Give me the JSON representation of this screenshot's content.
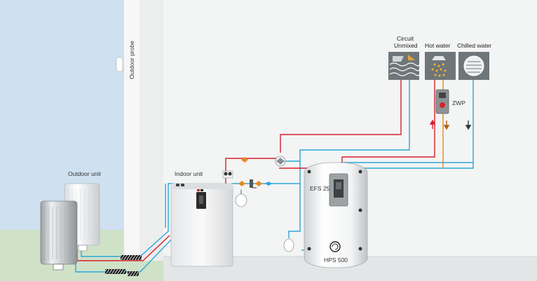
{
  "labels": {
    "outdoor_probe": "Outdoor probe",
    "outdoor_unit": "Outdoor unit",
    "indoor_unit": "Indoor unit",
    "circuit_unmixed_line1": "Circuit",
    "circuit_unmixed_line2": "Unmixed",
    "hot_water": "Hot water",
    "chilled_water": "Chilled water",
    "zwp": "ZWP",
    "efs": "EFS 25",
    "tank": "HPS 500"
  },
  "icons": {
    "circuit": "floor-heating-icon",
    "hot_water": "shower-icon",
    "chilled_water": "fan-coil-icon"
  },
  "colors": {
    "sky": "#cfe0f1",
    "ground": "#cfe2c8",
    "wall": "#f3f4f4",
    "floor": "#e3e5e6",
    "supply_red": "#d6202c",
    "return_blue": "#2aa6d8",
    "dhw_orange": "#e58b1f"
  }
}
